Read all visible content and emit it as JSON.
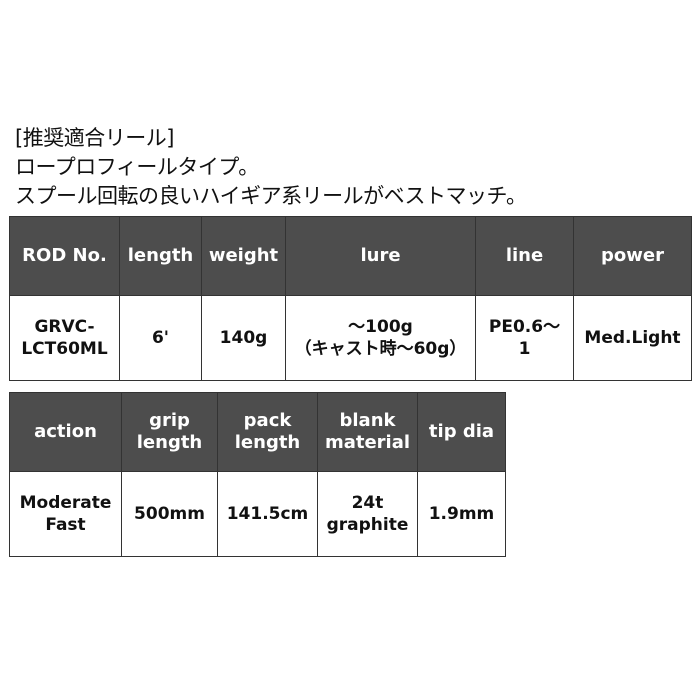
{
  "intro": {
    "line1": "[推奨適合リール]",
    "line2": "ロープロフィールタイプ。",
    "line3": "スプール回転の良いハイギア系リールがベストマッチ。"
  },
  "table1": {
    "headers": [
      [
        "ROD No."
      ],
      [
        "length"
      ],
      [
        "weight"
      ],
      [
        "lure"
      ],
      [
        "line"
      ],
      [
        "power"
      ]
    ],
    "values": [
      [
        "GRVC-",
        "LCT60ML"
      ],
      [
        "6'"
      ],
      [
        "140g"
      ],
      [
        "～100g",
        "（キャスト時～60g）"
      ],
      [
        "PE0.6～",
        "1"
      ],
      [
        "Med.Light"
      ]
    ]
  },
  "table2": {
    "headers": [
      [
        "action"
      ],
      [
        "grip",
        "length"
      ],
      [
        "pack",
        "length"
      ],
      [
        "blank",
        "material"
      ],
      [
        "tip dia"
      ]
    ],
    "values": [
      [
        "Moderate",
        "Fast"
      ],
      [
        "500mm"
      ],
      [
        "141.5cm"
      ],
      [
        "24t",
        "graphite"
      ],
      [
        "1.9mm"
      ]
    ]
  },
  "colors": {
    "header_bg": "#4d4d4d",
    "header_text": "#ffffff",
    "border": "#333333",
    "text": "#111111"
  }
}
